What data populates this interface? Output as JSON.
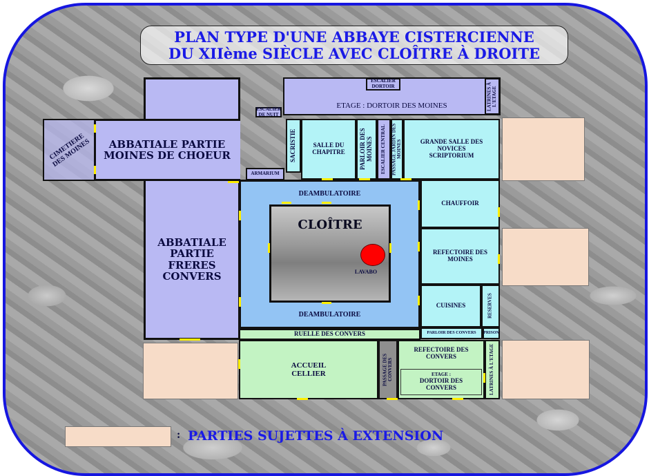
{
  "title": {
    "line1": "PLAN TYPE D'UNE ABBAYE CISTERCIENNE",
    "line2": "DU XIIème SIÈCLE AVEC CLOÎTRE À DROITE"
  },
  "rooms": {
    "abbatiale_moines": "ABBATIALE PARTIE MOINES DE CHOEUR",
    "abbatiale_convers": "ABBATIALE PARTIE FRERES CONVERS",
    "cimetiere": "CIMETIERE DES MOINES",
    "etage_dortoir": "ETAGE :   DORTOIR DES MOINES",
    "escalier_dortoir": "ESCALIER DORTOIR",
    "latrines_top": "LATRINES À L'ETAGE",
    "escalier_nuit": "ESCALIER DE NUIT",
    "sacristie": "SACRISTIE",
    "salle_chapitre": "SALLE DU CHAPITRE",
    "parloir_moines": "PARLOIR DES MOINES",
    "escalier_central": "ESCALIER CENTRAL",
    "passage_jardin": "PASSAGE JARDIN DES MOINES",
    "grande_salle": "GRANDE SALLE DES NOVICES SCRIPTORIUM",
    "armarium": "ARMARIUM",
    "deambulatoire_top": "DEAMBULATOIRE",
    "deambulatoire_bottom": "DEAMBULATOIRE",
    "cloitre": "CLOÎTRE",
    "lavabo": "LAVABO",
    "chauffoir": "CHAUFFOIR",
    "refectoire_moines": "REFECTOIRE DES MOINES",
    "cuisines": "CUISINES",
    "reserves": "RESERVES",
    "parloir_convers": "PARLOIR DES CONVERS",
    "prison": "PRISON",
    "ruelle": "RUELLE DES CONVERS",
    "accueil": "ACCUEIL CELLIER",
    "passage_convers": "PASSAGE DES CONVERS",
    "refectoire_convers": "REFECTOIRE DES CONVERS",
    "etage_label": "ETAGE :",
    "dortoir_convers": "DORTOIR DES CONVERS",
    "latrines_bottom": "LATRINES À L'ETAGE"
  },
  "legend": {
    "separator": ":",
    "text": "PARTIES SUJETTES À EXTENSION"
  },
  "colors": {
    "frame": "#1616e0",
    "title": "#1a1ae6",
    "lavabo": "#ff0000",
    "door": "#ffee00"
  }
}
